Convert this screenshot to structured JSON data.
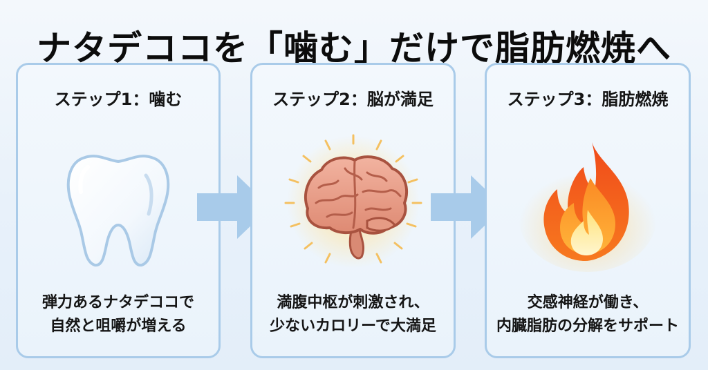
{
  "title": "ナタデココを「噛む」だけで脂肪燃焼へ",
  "steps": [
    {
      "label": "ステップ1：噛む",
      "illustration": "tooth-icon",
      "description": [
        "弾力あるナタデココで",
        "自然と咀嚼が増える"
      ]
    },
    {
      "label": "ステップ2：脳が満足",
      "illustration": "brain-icon",
      "description": [
        "満腹中枢が刺激され、",
        "少ないカロリーで大満足"
      ]
    },
    {
      "label": "ステップ3：脂肪燃焼",
      "illustration": "fire-icon",
      "description": [
        "交感神経が働き、",
        "内臓脂肪の分解をサポート"
      ]
    }
  ],
  "colors": {
    "card_border": "#a9cbe9",
    "arrow": "#a8cbea",
    "flame": "#f25a1c",
    "brain": "#e79a86"
  }
}
